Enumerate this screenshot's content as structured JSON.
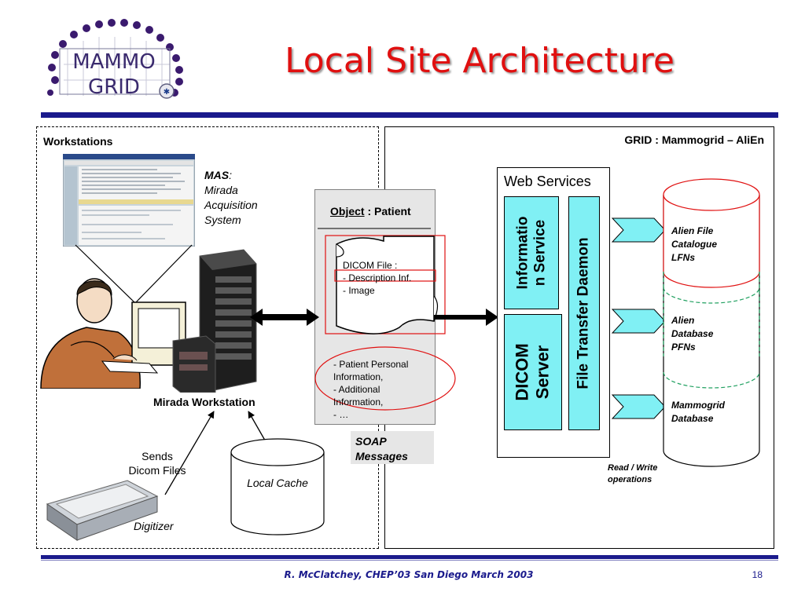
{
  "title": "Local Site Architecture",
  "logo": {
    "line1": "MAMMO",
    "line2": "GRID"
  },
  "workstations": {
    "heading": "Workstations",
    "mas_label": "MAS",
    "mas_colon": ":",
    "mas_desc_1": "Mirada",
    "mas_desc_2": "Acquisition",
    "mas_desc_3": "System",
    "mirada_label": "Mirada Workstation",
    "sends_1": "Sends",
    "sends_2": "Dicom Files",
    "digitizer": "Digitizer",
    "local_cache": "Local Cache"
  },
  "object_panel": {
    "heading_underlined": "Object",
    "heading_rest": " : Patient",
    "dicom_file": "DICOM File :",
    "desc_inf": "- Description Inf.",
    "image": "- Image",
    "patient_info_1": "- Patient Personal",
    "patient_info_2": "Information,",
    "additional_1": "- Additional",
    "additional_2": "Information,",
    "ellipsis": "- …",
    "soap_1": "SOAP",
    "soap_2": "Messages"
  },
  "grid": {
    "heading": "GRID : Mammogrid – AliEn",
    "web_services": "Web Services",
    "info_service_1": "Informatio",
    "info_service_2": "n Service",
    "dicom_server_1": "DICOM",
    "dicom_server_2": "Server",
    "ftd": "File Transfer Daemon",
    "db1_1": "Alien File",
    "db1_2": "Catalogue",
    "db1_3": "LFNs",
    "db2_1": "Alien",
    "db2_2": "Database",
    "db2_3": "PFNs",
    "db3_1": "Mammogrid",
    "db3_2": "Database",
    "rw_1": "Read / Write",
    "rw_2": "operations"
  },
  "footer": {
    "text": "R. McClatchey, CHEP’03 San Diego March 2003",
    "page": "18"
  },
  "colors": {
    "title": "#e01010",
    "rule": "#1a1a8c",
    "service_fill": "#80f0f4",
    "arrow_fill": "#80f0f4",
    "highlight": "#e01010"
  },
  "icons": {
    "workstation_screen": "screenshot-icon",
    "person": "person-at-computer-icon",
    "server": "server-tower-icon",
    "scanner": "scanner-icon",
    "database": "cylinder-icon"
  }
}
